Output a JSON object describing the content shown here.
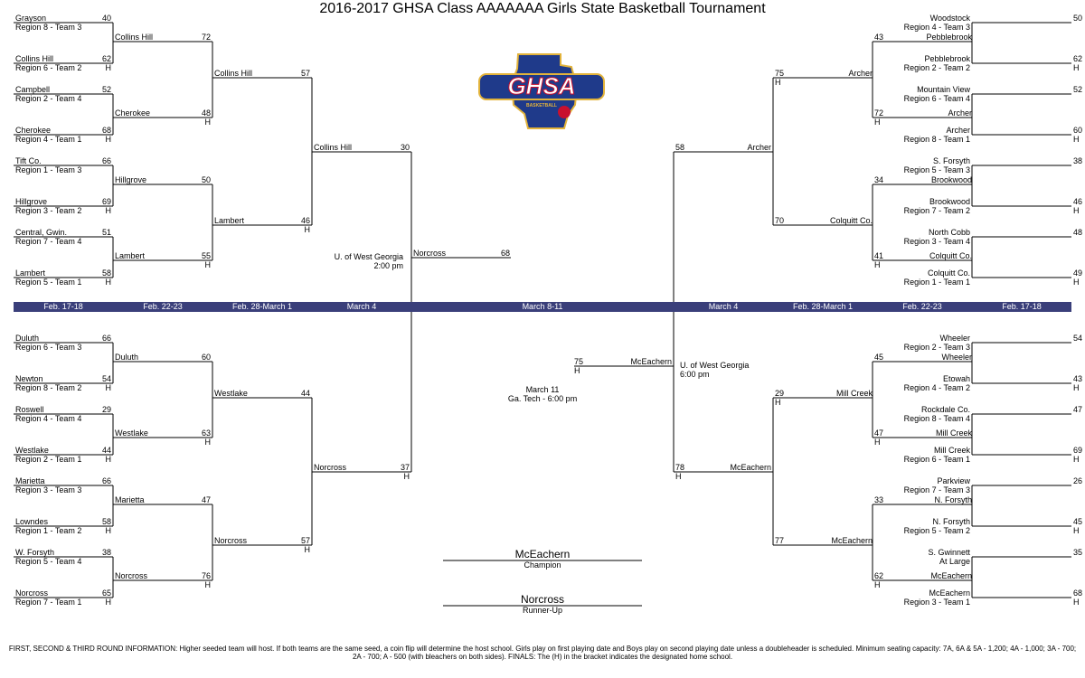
{
  "title": "2016-2017 GHSA Class AAAAAAA Girls State Basketball Tournament",
  "logo": {
    "text": "GHSA",
    "subtext": "BASKETBALL"
  },
  "rounds_left": [
    "Feb. 17-18",
    "Feb. 22-23",
    "Feb. 28-March 1",
    "March 4"
  ],
  "rounds_center": "March 8-11",
  "rounds_right": [
    "March 4",
    "Feb. 28-March 1",
    "Feb. 22-23",
    "Feb. 17-18"
  ],
  "sites": {
    "left_semi": "U. of West Georgia",
    "left_semi_time": "2:00 pm",
    "right_semi": "U. of West Georgia",
    "right_semi_time": "6:00 pm",
    "final_date": "March 11",
    "final_site": "Ga. Tech - 6:00 pm"
  },
  "home_marker": "H",
  "teams": {
    "l1": {
      "name": "Grayson",
      "seed": "Region 8 - Team 3",
      "score": "40"
    },
    "l2": {
      "name": "Collins Hill",
      "seed": "Region 6 - Team 2",
      "score": "62"
    },
    "l3": {
      "name": "Campbell",
      "seed": "Region 2 - Team 4",
      "score": "52"
    },
    "l4": {
      "name": "Cherokee",
      "seed": "Region 4 - Team 1",
      "score": "68"
    },
    "l5": {
      "name": "Tift Co.",
      "seed": "Region 1 - Team 3",
      "score": "66"
    },
    "l6": {
      "name": "Hillgrove",
      "seed": "Region 3 - Team 2",
      "score": "69"
    },
    "l7": {
      "name": "Central, Gwin.",
      "seed": "Region 7 - Team 4",
      "score": "51"
    },
    "l8": {
      "name": "Lambert",
      "seed": "Region 5 - Team 1",
      "score": "58"
    },
    "l9": {
      "name": "Duluth",
      "seed": "Region 6 - Team 3",
      "score": "66"
    },
    "l10": {
      "name": "Newton",
      "seed": "Region 8 - Team 2",
      "score": "54"
    },
    "l11": {
      "name": "Roswell",
      "seed": "Region 4 - Team 4",
      "score": "29"
    },
    "l12": {
      "name": "Westlake",
      "seed": "Region 2 - Team 1",
      "score": "44"
    },
    "l13": {
      "name": "Marietta",
      "seed": "Region 3 - Team 3",
      "score": "66"
    },
    "l14": {
      "name": "Lowndes",
      "seed": "Region 1 - Team 2",
      "score": "58"
    },
    "l15": {
      "name": "W. Forsyth",
      "seed": "Region 5 - Team 4",
      "score": "38"
    },
    "l16": {
      "name": "Norcross",
      "seed": "Region 7 - Team 1",
      "score": "65"
    },
    "r1": {
      "name": "Woodstock",
      "seed": "Region 4 - Team 3",
      "score": "50"
    },
    "r2": {
      "name": "Pebblebrook",
      "seed": "Region 2 - Team 2",
      "score": "62"
    },
    "r3": {
      "name": "Mountain View",
      "seed": "Region 6 - Team 4",
      "score": "52"
    },
    "r4": {
      "name": "Archer",
      "seed": "Region 8 - Team 1",
      "score": "60"
    },
    "r5": {
      "name": "S. Forsyth",
      "seed": "Region 5 - Team 3",
      "score": "38"
    },
    "r6": {
      "name": "Brookwood",
      "seed": "Region 7 - Team 2",
      "score": "46"
    },
    "r7": {
      "name": "North Cobb",
      "seed": "Region 3 - Team 4",
      "score": "48"
    },
    "r8": {
      "name": "Colquitt Co.",
      "seed": "Region 1 - Team 1",
      "score": "49"
    },
    "r9": {
      "name": "Wheeler",
      "seed": "Region 2 - Team 3",
      "score": "54"
    },
    "r10": {
      "name": "Etowah",
      "seed": "Region 4 - Team 2",
      "score": "43"
    },
    "r11": {
      "name": "Rockdale Co.",
      "seed": "Region 8 - Team 4",
      "score": "47"
    },
    "r12": {
      "name": "Mill Creek",
      "seed": "Region 6 - Team 1",
      "score": "69"
    },
    "r13": {
      "name": "Parkview",
      "seed": "Region 7 - Team 3",
      "score": "26"
    },
    "r14": {
      "name": "N. Forsyth",
      "seed": "Region 5 - Team 2",
      "score": "45"
    },
    "r15": {
      "name": "S. Gwinnett",
      "seed": "At Large",
      "score": "35"
    },
    "r16": {
      "name": "McEachern",
      "seed": "Region 3 - Team 1",
      "score": "68"
    }
  },
  "round2": {
    "l1": {
      "name": "Collins Hill",
      "score": "72"
    },
    "l2": {
      "name": "Cherokee",
      "score": "48"
    },
    "l3": {
      "name": "Hillgrove",
      "score": "50"
    },
    "l4": {
      "name": "Lambert",
      "score": "55"
    },
    "l5": {
      "name": "Duluth",
      "score": "60"
    },
    "l6": {
      "name": "Westlake",
      "score": "63"
    },
    "l7": {
      "name": "Marietta",
      "score": "47"
    },
    "l8": {
      "name": "Norcross",
      "score": "76"
    },
    "r1": {
      "name": "Pebblebrook",
      "score": "43"
    },
    "r2": {
      "name": "Archer",
      "score": "72"
    },
    "r3": {
      "name": "Brookwood",
      "score": "34"
    },
    "r4": {
      "name": "Colquitt Co.",
      "score": "41"
    },
    "r5": {
      "name": "Wheeler",
      "score": "45"
    },
    "r6": {
      "name": "Mill Creek",
      "score": "47"
    },
    "r7": {
      "name": "N. Forsyth",
      "score": "33"
    },
    "r8": {
      "name": "McEachern",
      "score": "62"
    }
  },
  "round3": {
    "l1": {
      "name": "Collins Hill",
      "score": "57"
    },
    "l2": {
      "name": "Lambert",
      "score": "46"
    },
    "l3": {
      "name": "Westlake",
      "score": "44"
    },
    "l4": {
      "name": "Norcross",
      "score": "57"
    },
    "r1": {
      "name": "Archer",
      "score": "75"
    },
    "r2": {
      "name": "Colquitt Co.",
      "score": "70"
    },
    "r3": {
      "name": "Mill Creek",
      "score": "29"
    },
    "r4": {
      "name": "McEachern",
      "score": "77"
    }
  },
  "quarter": {
    "l1": {
      "name": "Collins Hill",
      "score": "30"
    },
    "l2": {
      "name": "Norcross",
      "score": "37"
    },
    "r1": {
      "name": "Archer",
      "score": "58"
    },
    "r2": {
      "name": "McEachern",
      "score": "78"
    }
  },
  "semi": {
    "left": {
      "name": "Norcross",
      "score": "68"
    },
    "right": {
      "name": "McEachern",
      "score": "75"
    }
  },
  "champion": {
    "name": "McEachern",
    "label": "Champion"
  },
  "runner_up": {
    "name": "Norcross",
    "label": "Runner-Up"
  },
  "footer": "FIRST, SECOND & THIRD ROUND INFORMATION:  Higher seeded team will host. If both teams are the same seed, a coin flip will determine the host school. Girls play on first playing date and Boys play on second playing date unless a doubleheader is scheduled. Minimum seating capacity: 7A, 6A & 5A - 1,200; 4A - 1,000; 3A - 700; 2A - 700; A - 500 (with bleachers on both sides). FINALS: The (H) in the bracket indicates the designated home school.",
  "colors": {
    "band": "#3a3f7a",
    "logo_blue": "#1f3a8a",
    "logo_red": "#c8102e",
    "logo_gold": "#e2b33b"
  }
}
